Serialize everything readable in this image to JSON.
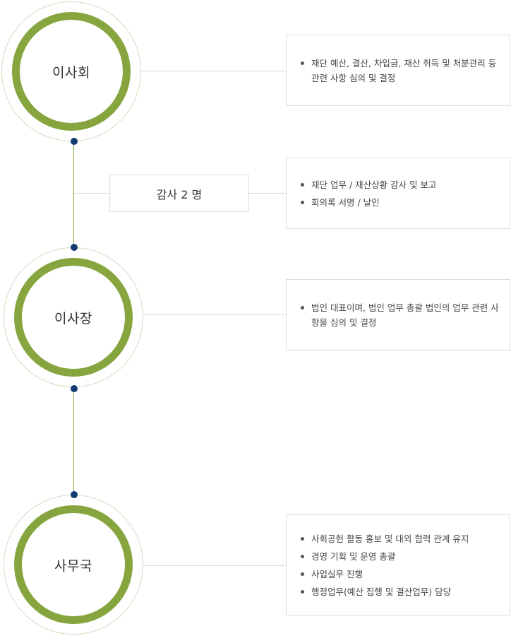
{
  "nodes": {
    "board": {
      "label": "이사회"
    },
    "chairman": {
      "label": "이사장"
    },
    "secretariat": {
      "label": "사무국"
    }
  },
  "auditor": {
    "label": "감사 2 명"
  },
  "descriptions": {
    "board": [
      "재단 예산, 결산, 차입금, 재산 취득 및 처분관리 등 관련 사항 심의 및 결정"
    ],
    "auditor": [
      "재단 업무 / 재산상황 감사 및 보고",
      "회의록 서명 / 날인"
    ],
    "chairman": [
      "법인 대표이며, 법인 업무 총괄 법인의 업무 관련 사항을 심의 및 결정"
    ],
    "secretariat": [
      "사회공헌 활동 홍보 및 대외 협력 관계 유지",
      "경영 기획 및 운영 총괄",
      "사업실무 진행",
      "행정업무(예산 집행 및 결산업무) 담당"
    ]
  },
  "colors": {
    "ring": "#86a53e",
    "dot": "#123b73",
    "line": "#8aa83f"
  }
}
